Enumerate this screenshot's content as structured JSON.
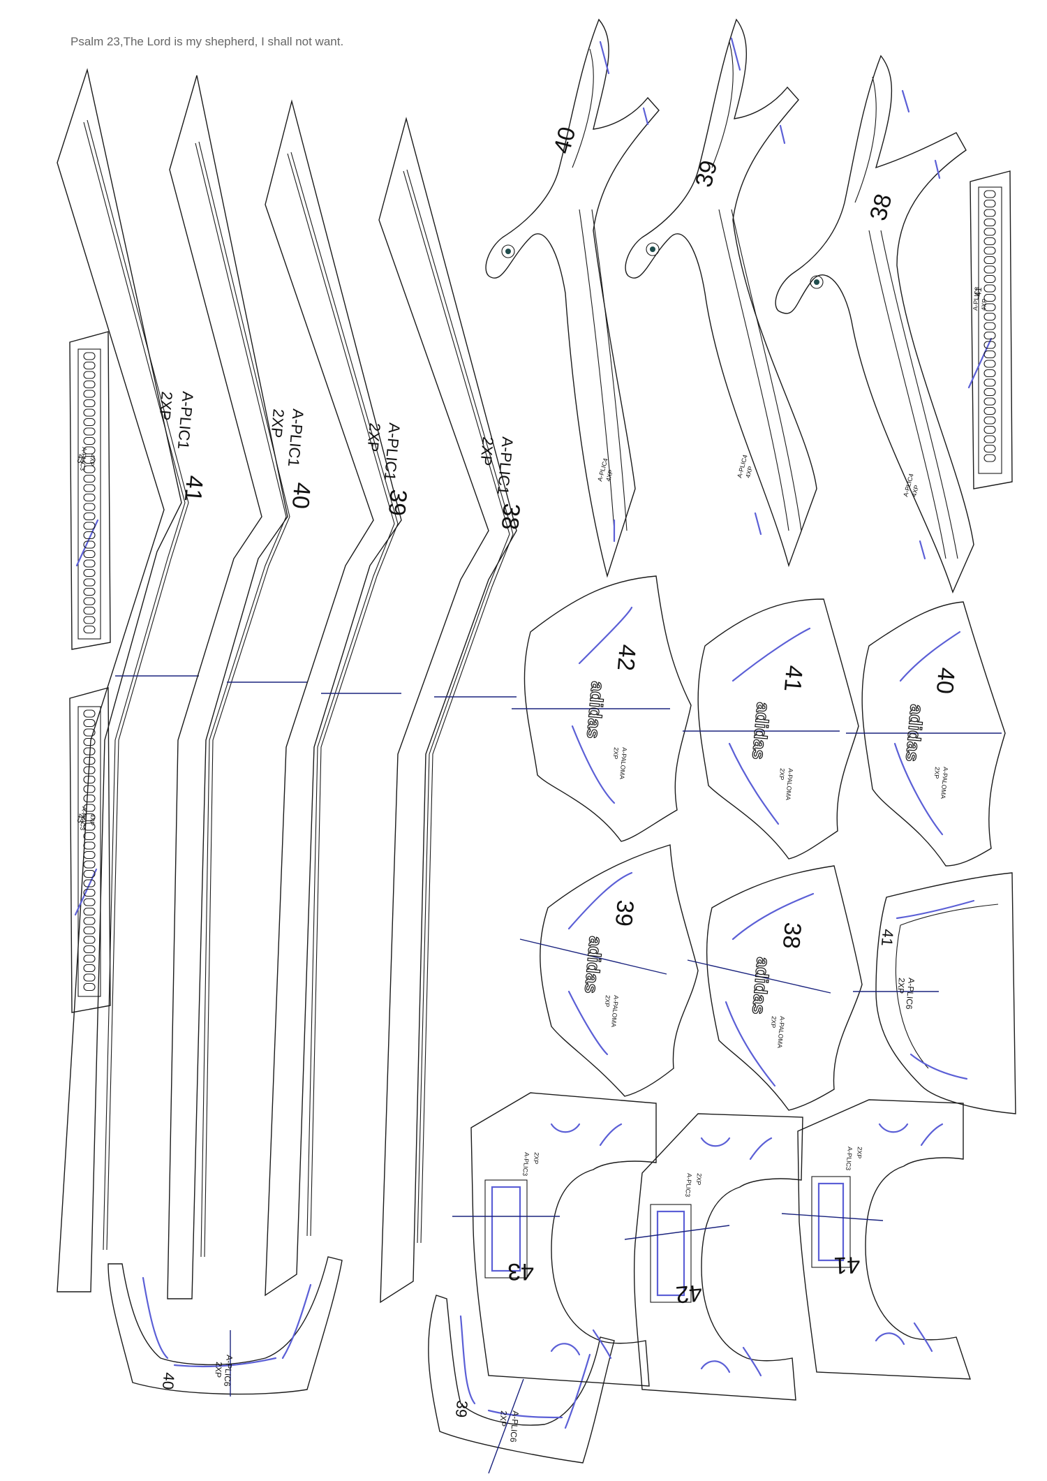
{
  "caption": "Psalm 23,The Lord is my shepherd, I shall not want.",
  "strap_pieces": [
    {
      "size": "41",
      "part": "A-PLIC1",
      "qty": "2XP"
    },
    {
      "size": "40",
      "part": "A-PLIC1",
      "qty": "2XP"
    },
    {
      "size": "39",
      "part": "A-PLIC1",
      "qty": "2XP"
    },
    {
      "size": "38",
      "part": "A-PLIC1",
      "qty": "2XP"
    }
  ],
  "y_pieces": [
    {
      "size": "40",
      "part": "A-PLIC4",
      "qty": "4XP"
    },
    {
      "size": "39",
      "part": "A-PLIC4",
      "qty": "4XP"
    },
    {
      "size": "38",
      "part": "A-PLIC4",
      "qty": "4XP"
    }
  ],
  "lace_strips": [
    {
      "size": "43",
      "part": "A-PLIC3",
      "qty": "4XP"
    },
    {
      "size": "43",
      "part": "A-PLIC3",
      "qty": "4XP"
    },
    {
      "size": "41",
      "part": "A-PLIC3",
      "qty": "4XP"
    }
  ],
  "wing_pieces": [
    {
      "size": "42",
      "brand": "adidas",
      "part": "A-PALOMA",
      "qty": "2XP"
    },
    {
      "size": "41",
      "brand": "adidas",
      "part": "A-PALOMA",
      "qty": "2XP"
    },
    {
      "size": "40",
      "brand": "adidas",
      "part": "A-PALOMA",
      "qty": "2XP"
    },
    {
      "size": "39",
      "brand": "adidas",
      "part": "A-PALOMA",
      "qty": "2XP"
    },
    {
      "size": "38",
      "brand": "adidas",
      "part": "A-PALOMA",
      "qty": "2XP"
    }
  ],
  "heel_pieces": [
    {
      "size": "41",
      "part": "A-PLIC6",
      "qty": "2XP"
    },
    {
      "size": "40",
      "part": "A-PLIC6",
      "qty": "2XP"
    },
    {
      "size": "39",
      "part": "A-PLIC6",
      "qty": "2XP"
    }
  ],
  "eyelet_pieces": [
    {
      "size": "43",
      "part": "A-PLIC3",
      "qty": "2XP"
    },
    {
      "size": "42",
      "part": "A-PLIC3",
      "qty": "2XP"
    },
    {
      "size": "41",
      "part": "A-PLIC3",
      "qty": "2XP"
    }
  ],
  "colors": {
    "outline": "#1a1a1a",
    "guide": "#1a237e",
    "slot": "#5b5fd6",
    "caption": "#666666"
  }
}
